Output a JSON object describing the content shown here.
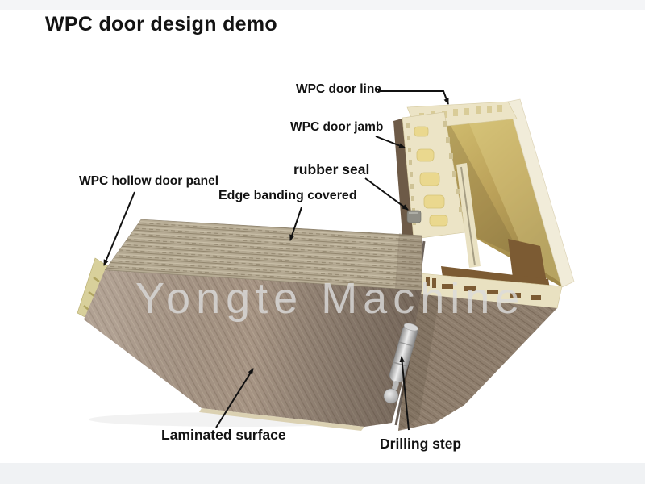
{
  "title": "WPC door design demo",
  "watermark": "Yongte Machine",
  "labels": {
    "door_line": "WPC door line",
    "door_jamb": "WPC door jamb",
    "rubber_seal": "rubber seal",
    "edge_banding": "Edge banding covered",
    "hollow_panel": "WPC hollow door panel",
    "laminated_surface": "Laminated surface",
    "drilling_step": "Drilling step"
  },
  "colors": {
    "background": "#ffffff",
    "page_band": "#f0f2f4",
    "label_text": "#131313",
    "leader_line": "#111111",
    "door_top_band": "#b7ac95",
    "door_laminate": "#a69484",
    "door_core": "#d8d09b",
    "door_bottom_edge": "#d9cfae",
    "frame_cream": "#ece4c6",
    "frame_chamber": "#ead88e",
    "frame_inner_face": "#c8b468",
    "wall_brown": "#6d5a47",
    "cavity_brown": "#7c5b33",
    "frame_wood": "#8e7e6d",
    "seal_gray": "#8f8e86",
    "hinge_silver": "#c9c9c9",
    "watermark_gray": "#dcdcdc"
  }
}
